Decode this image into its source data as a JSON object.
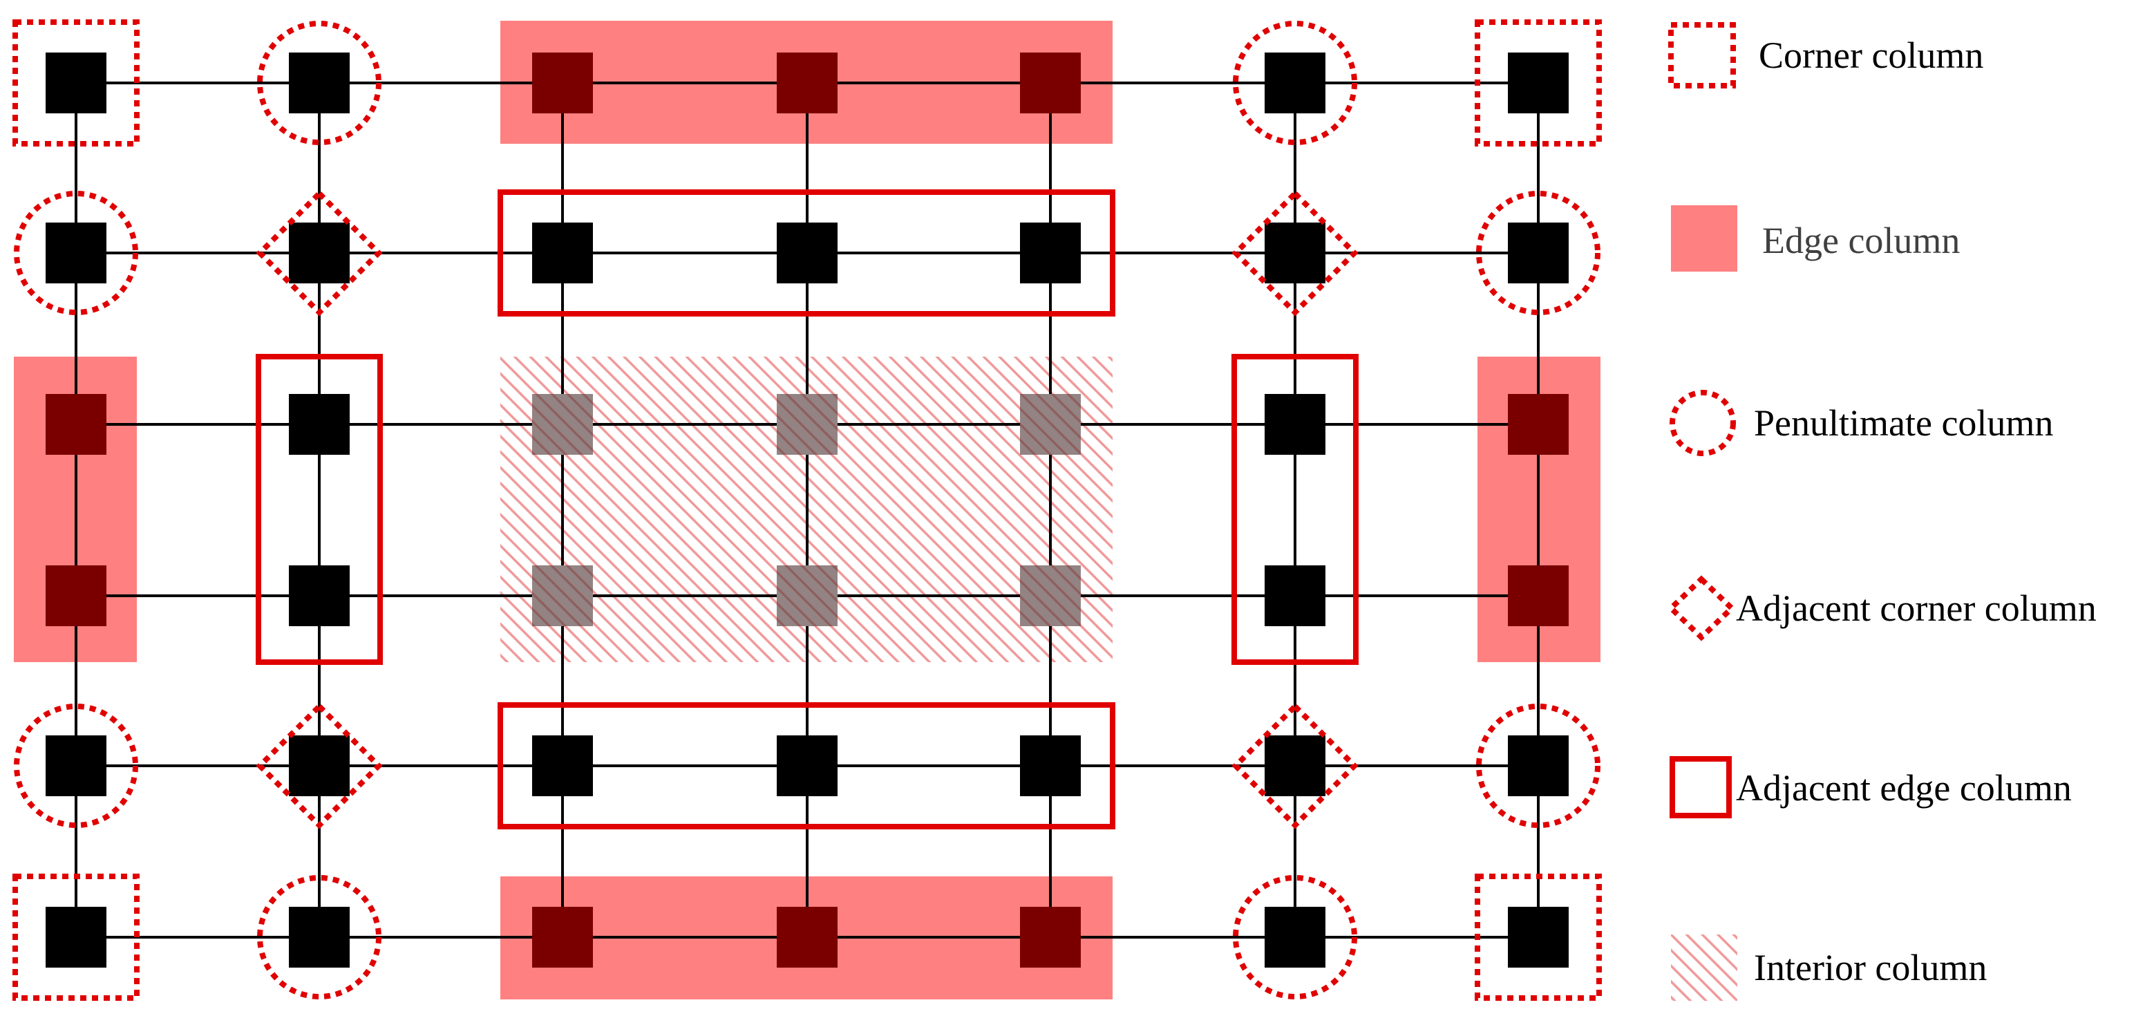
{
  "legend": {
    "corner": "Corner column",
    "edge": "Edge column",
    "penultimate": "Penultimate column",
    "adjacent_corner": "Adjacent corner column",
    "adjacent_edge": "Adjacent edge column",
    "interior": "Interior column"
  },
  "grid": {
    "columns": 7,
    "rows": 6
  },
  "column_types": [
    [
      "corner",
      "penultimate",
      "edge",
      "edge",
      "edge",
      "penultimate",
      "corner"
    ],
    [
      "penultimate",
      "adjacent_corner",
      "adjacent_edge",
      "adjacent_edge",
      "adjacent_edge",
      "adjacent_corner",
      "penultimate"
    ],
    [
      "edge",
      "adjacent_edge",
      "interior",
      "interior",
      "interior",
      "adjacent_edge",
      "edge"
    ],
    [
      "edge",
      "adjacent_edge",
      "interior",
      "interior",
      "interior",
      "adjacent_edge",
      "edge"
    ],
    [
      "penultimate",
      "adjacent_corner",
      "adjacent_edge",
      "adjacent_edge",
      "adjacent_edge",
      "adjacent_corner",
      "penultimate"
    ],
    [
      "corner",
      "penultimate",
      "edge",
      "edge",
      "edge",
      "penultimate",
      "corner"
    ]
  ],
  "colors": {
    "marker_red": "#e00000",
    "edge_fill": "#ff8080",
    "column_black": "#000000",
    "column_edge": "#7a0000",
    "column_interior": "#5a4040",
    "beam": "#000000",
    "hatch": "#f09a9a"
  }
}
